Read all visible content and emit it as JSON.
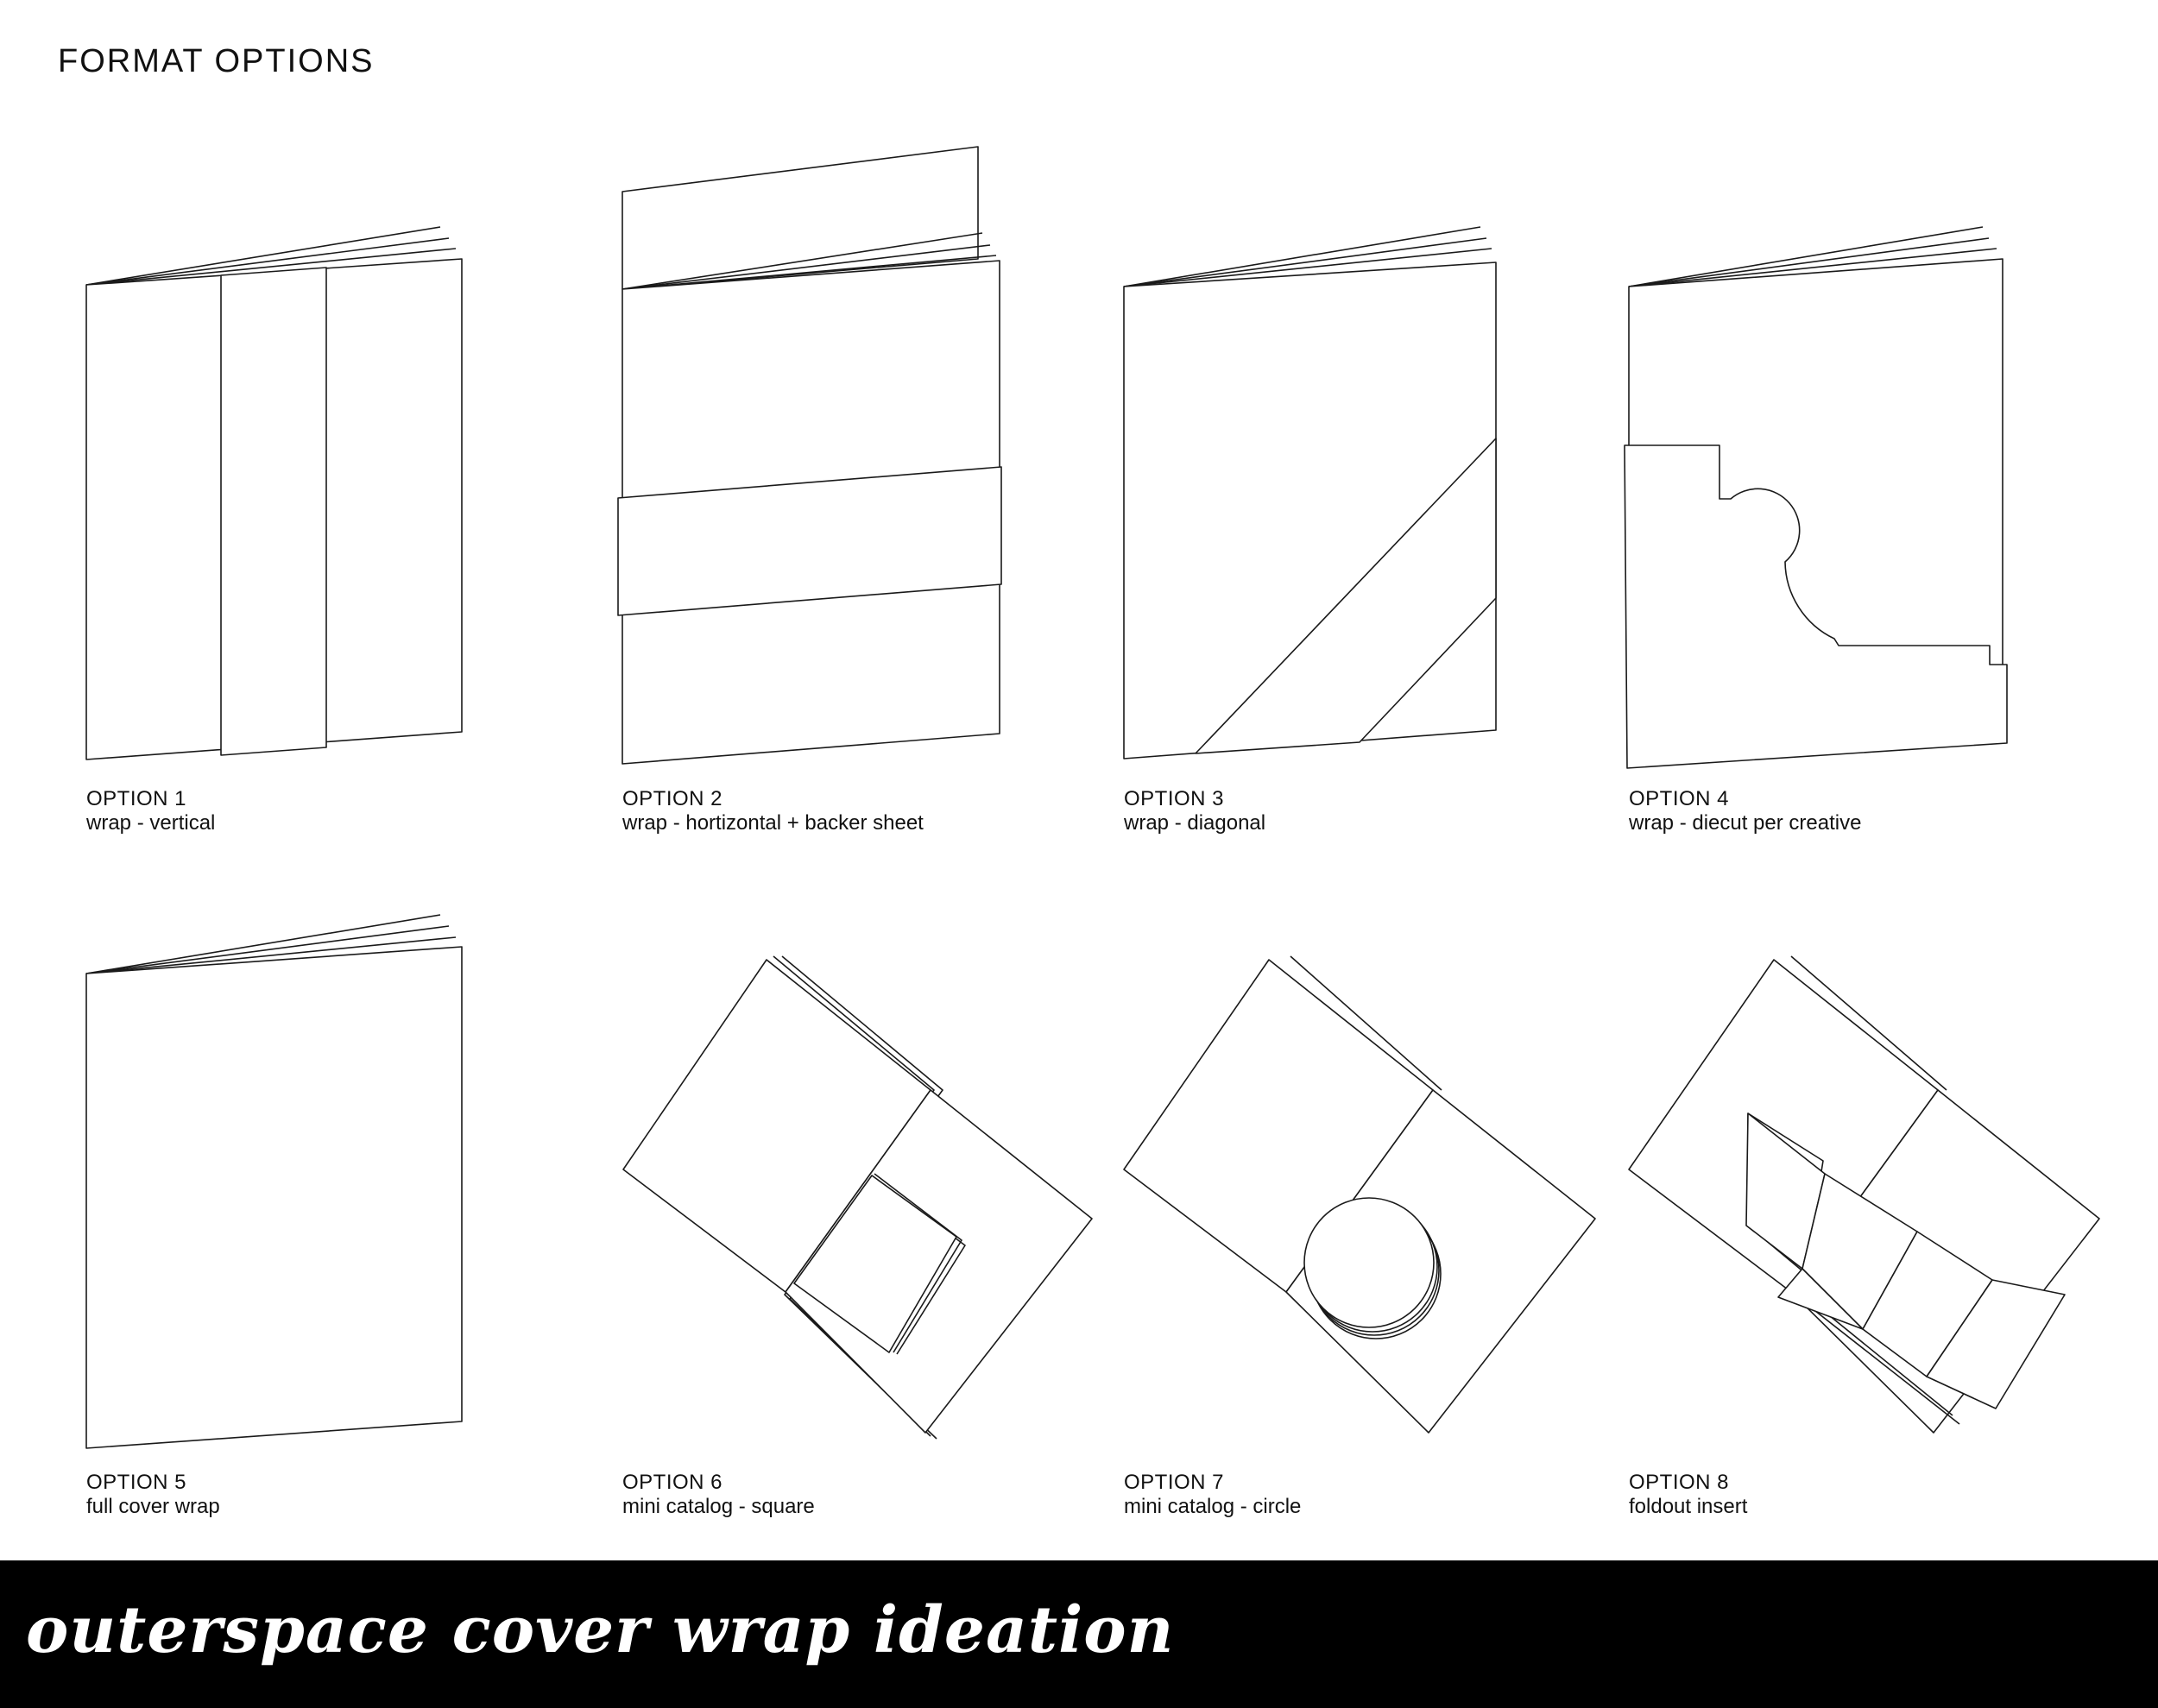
{
  "page": {
    "title": "FORMAT OPTIONS"
  },
  "options": [
    {
      "number": "OPTION 1",
      "description": "wrap - vertical"
    },
    {
      "number": "OPTION 2",
      "description": "wrap - hortizontal + backer sheet"
    },
    {
      "number": "OPTION 3",
      "description": "wrap - diagonal"
    },
    {
      "number": "OPTION 4",
      "description": "wrap - diecut per creative"
    },
    {
      "number": "OPTION 5",
      "description": "full cover wrap"
    },
    {
      "number": "OPTION 6",
      "description": "mini catalog - square"
    },
    {
      "number": "OPTION 7",
      "description": "mini catalog - circle"
    },
    {
      "number": "OPTION 8",
      "description": "foldout insert"
    }
  ],
  "footer": {
    "title": "outerspace cover wrap ideation",
    "background": "#000000",
    "text_color": "#ffffff"
  }
}
